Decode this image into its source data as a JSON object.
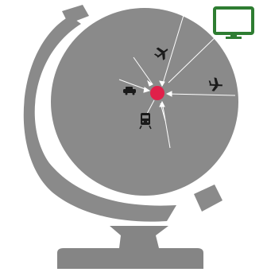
{
  "globe": {
    "body_color": "#8a8a8a",
    "stand_color": "#858585",
    "arrow_color": "#ffffff"
  },
  "hub": {
    "color": "#e0204a"
  },
  "monitor": {
    "color": "#2e7d32",
    "icon": "computer-monitor-icon"
  },
  "transport_icons": [
    {
      "name": "airplane-top-icon",
      "icon": "airplane"
    },
    {
      "name": "airplane-right-icon",
      "icon": "airplane"
    },
    {
      "name": "car-icon",
      "icon": "car"
    },
    {
      "name": "train-icon",
      "icon": "train"
    }
  ]
}
